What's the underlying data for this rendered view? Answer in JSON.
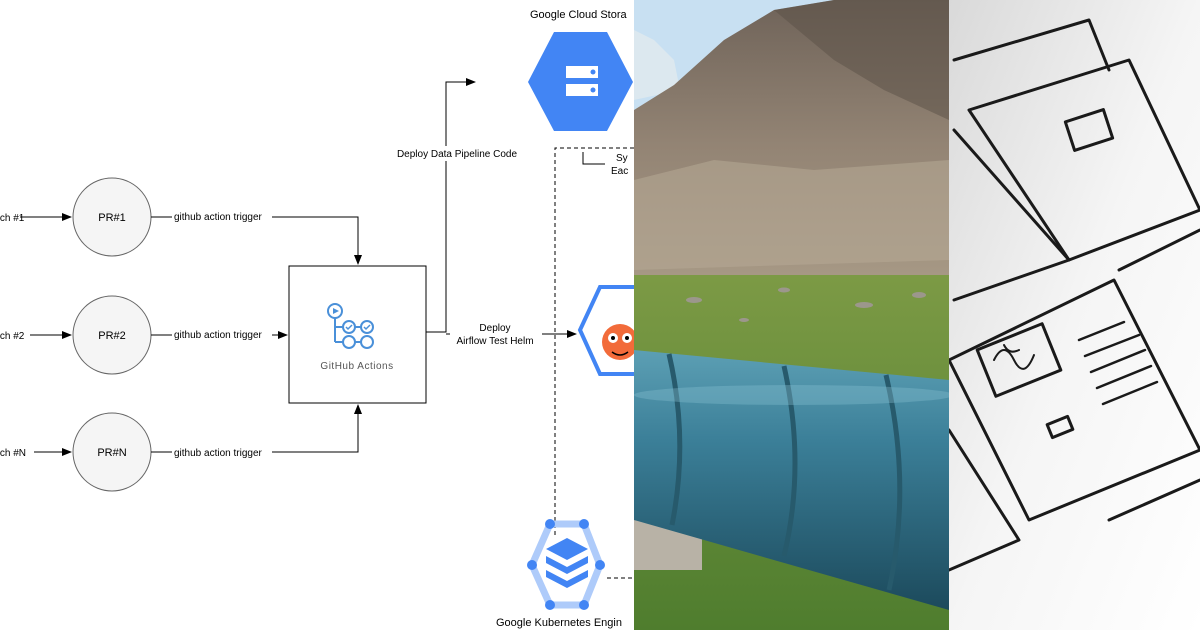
{
  "diagram": {
    "branches": [
      "...nch #1",
      "...nch #2",
      "...nch #N"
    ],
    "pull_requests": [
      "PR#1",
      "PR#2",
      "PR#N"
    ],
    "trigger_label": "github action trigger",
    "actions_box_label": "GitHub Actions",
    "deploy_code_label": "Deploy Data Pipeline Code",
    "deploy_helm_label_line1": "Deploy",
    "deploy_helm_label_line2": "Airflow Test Helm",
    "gcs_label": "Google Cloud Stora",
    "gke_label": "Google Kubernetes Engin",
    "sync_label_line1": "Sy",
    "sync_label_line2": "Eac"
  },
  "colors": {
    "gcp_blue": "#4285f4",
    "gcp_light_blue": "#aecbfa",
    "pr_circle_fill": "#f5f5f5",
    "pipeline_blue": "#2e6f86",
    "grass_green": "#5d8a3a",
    "mountain_brown": "#8f7f6c",
    "sky": "#c8e0f2"
  },
  "icons": {
    "actions_icon": "github-actions-icon",
    "gcs_icon": "cloud-storage-icon",
    "gke_icon": "kubernetes-engine-icon",
    "airflow_icon": "airflow-icon"
  }
}
